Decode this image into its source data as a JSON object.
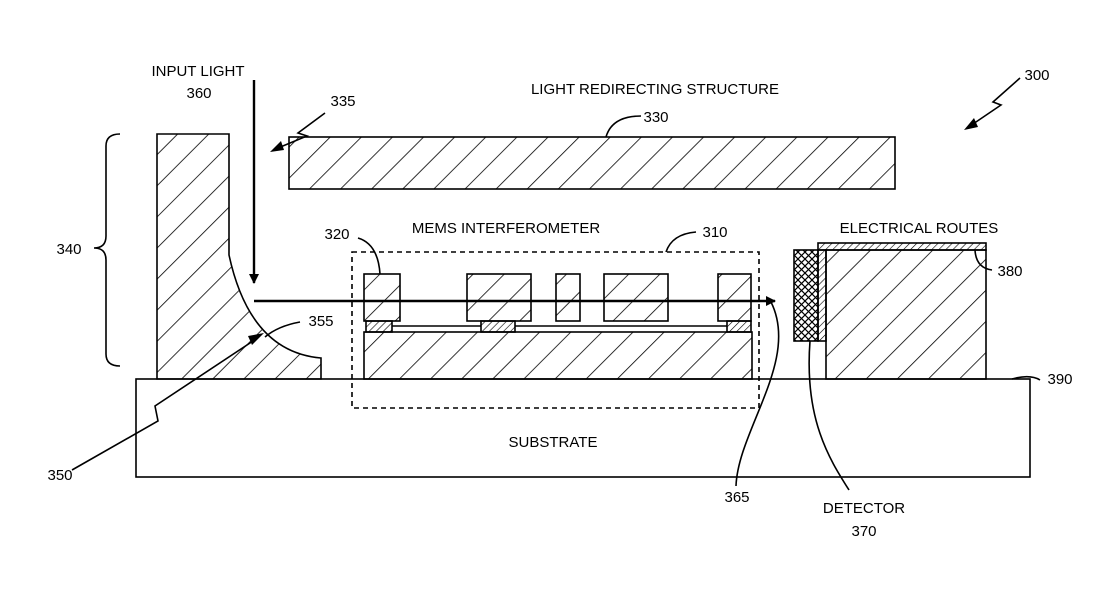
{
  "labels": {
    "input_light_title": "INPUT LIGHT",
    "input_light_ref": "360",
    "ref_335": "335",
    "light_redirecting_title": "LIGHT REDIRECTING STRUCTURE",
    "ref_330": "330",
    "ref_300": "300",
    "ref_340": "340",
    "ref_320": "320",
    "mems_title": "MEMS INTERFEROMETER",
    "ref_310": "310",
    "electrical_routes_title": "ELECTRICAL ROUTES",
    "ref_380": "380",
    "ref_355": "355",
    "ref_390": "390",
    "substrate": "SUBSTRATE",
    "ref_350": "350",
    "ref_365": "365",
    "detector_title": "DETECTOR",
    "detector_ref": "370"
  }
}
